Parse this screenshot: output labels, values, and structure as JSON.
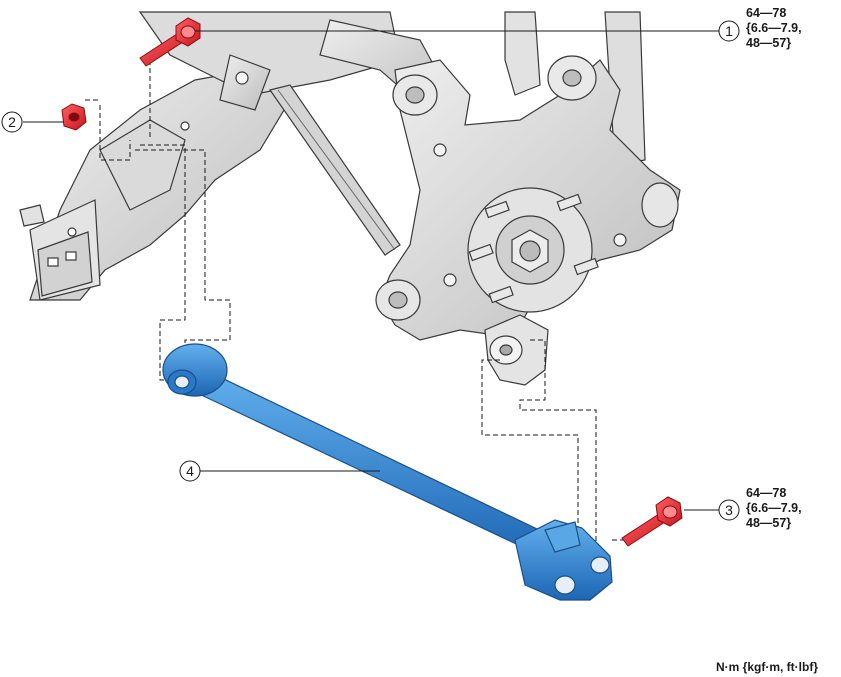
{
  "callouts": [
    {
      "id": "1",
      "label": "1"
    },
    {
      "id": "2",
      "label": "2"
    },
    {
      "id": "3",
      "label": "3"
    },
    {
      "id": "4",
      "label": "4"
    }
  ],
  "torque_1": {
    "line1": "64—78",
    "line2": "{6.6—7.9,",
    "line3": "48—57}"
  },
  "torque_3": {
    "line1": "64—78",
    "line2": "{6.6—7.9,",
    "line3": "48—57}"
  },
  "units": "N·m {kgf·m, ft·lbf}",
  "colors": {
    "fastener_red": "#e8242a",
    "link_blue": "#2a78c8",
    "link_blue_light": "#5aa7e6",
    "metal_gray": "#cfcfcf",
    "outline": "#3a3a3a"
  }
}
